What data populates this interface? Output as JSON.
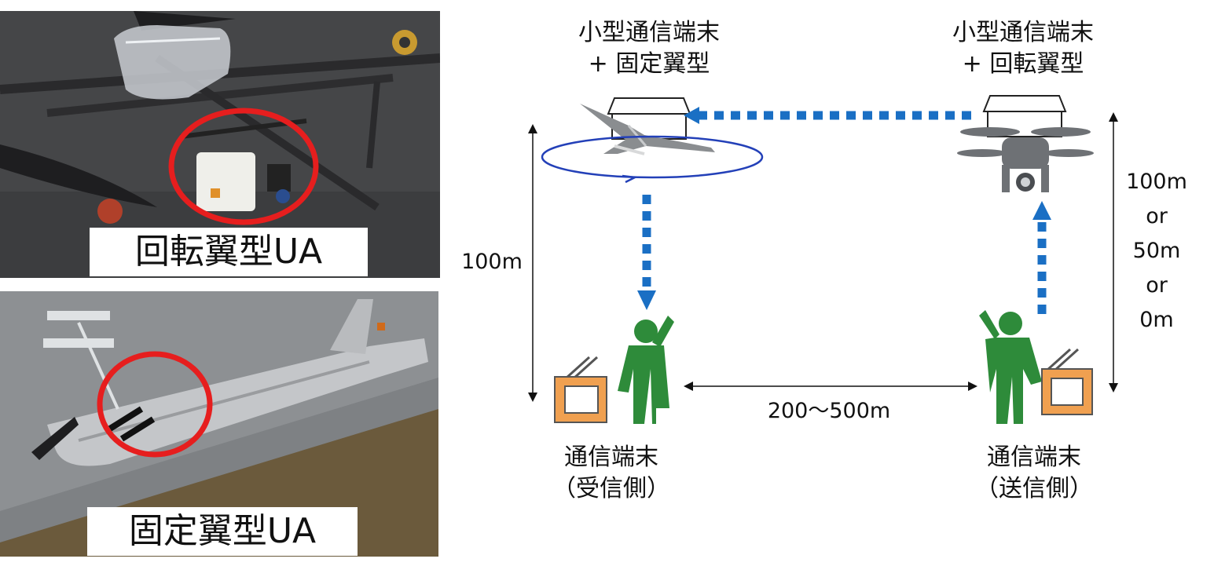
{
  "photos": {
    "rotary": {
      "label": "回転翼型UA"
    },
    "fixed": {
      "label": "固定翼型UA"
    }
  },
  "diagram": {
    "fixed_wing_terminal": {
      "line1": "小型通信端末",
      "line2": "+ 固定翼型"
    },
    "rotary_terminal": {
      "line1": "小型通信端末",
      "line2": "+ 回転翼型"
    },
    "receiver": {
      "line1": "通信端末",
      "line2": "（受信側）"
    },
    "sender": {
      "line1": "通信端末",
      "line2": "（送信側）"
    },
    "left_altitude": "100m",
    "right_altitude": [
      "100m",
      "or",
      "50m",
      "or",
      "0m"
    ],
    "horizontal_distance": "200〜500m"
  },
  "colors": {
    "signal_arrow": "#1a6fc4",
    "orbit": "#2340b8",
    "person": "#2e8b3a",
    "terminal": "#f0a050",
    "highlight_circle": "#e61e1e"
  }
}
